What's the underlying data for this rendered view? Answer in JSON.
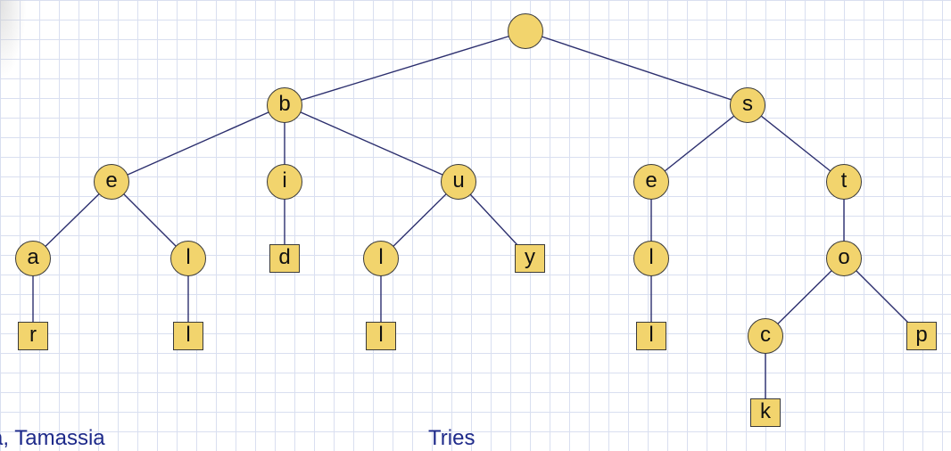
{
  "diagram": {
    "nodes": [
      {
        "id": "root",
        "label": "",
        "shape": "circle"
      },
      {
        "id": "b",
        "label": "b",
        "shape": "circle"
      },
      {
        "id": "s",
        "label": "s",
        "shape": "circle"
      },
      {
        "id": "b-e",
        "label": "e",
        "shape": "circle"
      },
      {
        "id": "b-i",
        "label": "i",
        "shape": "circle"
      },
      {
        "id": "b-u",
        "label": "u",
        "shape": "circle"
      },
      {
        "id": "s-e",
        "label": "e",
        "shape": "circle"
      },
      {
        "id": "s-t",
        "label": "t",
        "shape": "circle"
      },
      {
        "id": "b-e-a",
        "label": "a",
        "shape": "circle"
      },
      {
        "id": "b-e-l",
        "label": "l",
        "shape": "circle"
      },
      {
        "id": "b-i-d",
        "label": "d",
        "shape": "square"
      },
      {
        "id": "b-u-l",
        "label": "l",
        "shape": "circle"
      },
      {
        "id": "b-u-y",
        "label": "y",
        "shape": "square"
      },
      {
        "id": "s-e-l",
        "label": "l",
        "shape": "circle"
      },
      {
        "id": "s-t-o",
        "label": "o",
        "shape": "circle"
      },
      {
        "id": "b-e-a-r",
        "label": "r",
        "shape": "square"
      },
      {
        "id": "b-e-l-l",
        "label": "l",
        "shape": "square"
      },
      {
        "id": "b-u-l-l",
        "label": "l",
        "shape": "square"
      },
      {
        "id": "s-e-l-l",
        "label": "l",
        "shape": "square"
      },
      {
        "id": "s-t-o-c",
        "label": "c",
        "shape": "circle"
      },
      {
        "id": "s-t-o-p",
        "label": "p",
        "shape": "square"
      },
      {
        "id": "s-t-o-c-k",
        "label": "k",
        "shape": "square"
      }
    ],
    "edges": [
      [
        "root",
        "b"
      ],
      [
        "root",
        "s"
      ],
      [
        "b",
        "b-e"
      ],
      [
        "b",
        "b-i"
      ],
      [
        "b",
        "b-u"
      ],
      [
        "s",
        "s-e"
      ],
      [
        "s",
        "s-t"
      ],
      [
        "b-e",
        "b-e-a"
      ],
      [
        "b-e",
        "b-e-l"
      ],
      [
        "b-i",
        "b-i-d"
      ],
      [
        "b-u",
        "b-u-l"
      ],
      [
        "b-u",
        "b-u-y"
      ],
      [
        "s-e",
        "s-e-l"
      ],
      [
        "s-t",
        "s-t-o"
      ],
      [
        "b-e-a",
        "b-e-a-r"
      ],
      [
        "b-e-l",
        "b-e-l-l"
      ],
      [
        "b-u-l",
        "b-u-l-l"
      ],
      [
        "s-e-l",
        "s-e-l-l"
      ],
      [
        "s-t-o",
        "s-t-o-c"
      ],
      [
        "s-t-o",
        "s-t-o-p"
      ],
      [
        "s-t-o-c",
        "s-t-o-c-k"
      ]
    ],
    "colors": {
      "node_fill": "#f2d46d",
      "node_border": "#3a3a3a",
      "edge": "#2c2f6e",
      "footer_text": "#1e2a8a"
    }
  },
  "footer": {
    "left": "a, Tamassia",
    "center": "Tries"
  }
}
